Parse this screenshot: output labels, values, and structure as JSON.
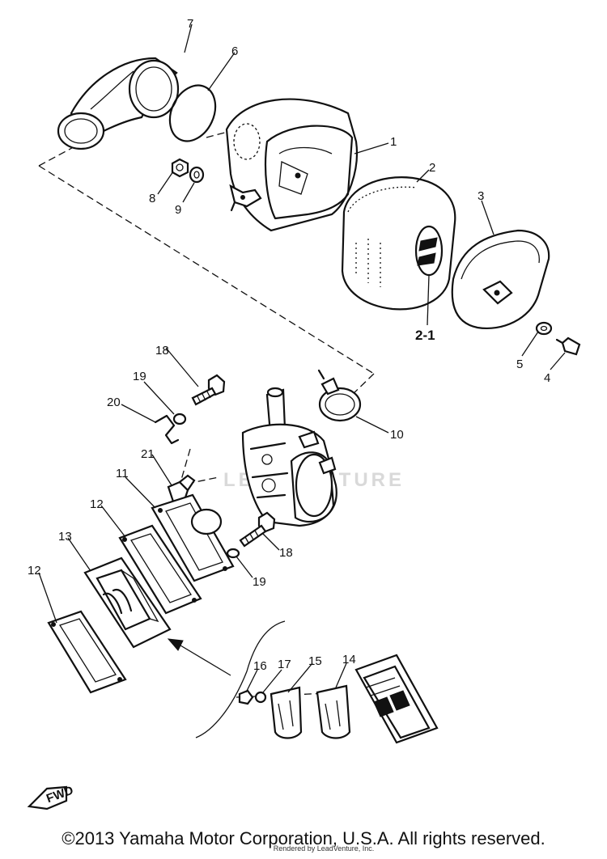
{
  "diagram": {
    "callouts": {
      "p1": "1",
      "p2": "2",
      "p2_1": "2-1",
      "p3": "3",
      "p4": "4",
      "p5": "5",
      "p6": "6",
      "p7": "7",
      "p8": "8",
      "p9": "9",
      "p10": "10",
      "p11": "11",
      "p12a": "12",
      "p12b": "12",
      "p13": "13",
      "p14": "14",
      "p15": "15",
      "p16": "16",
      "p17": "17",
      "p18a": "18",
      "p18b": "18",
      "p19a": "19",
      "p19b": "19",
      "p20": "20",
      "p21": "21"
    },
    "direction_badge": "FWD",
    "watermark": "LEADVENTURE"
  },
  "footer": {
    "copyright": "©2013 Yamaha Motor Corporation, U.S.A. All rights reserved.",
    "rendered_by": "Rendered by LeadVenture, Inc."
  }
}
